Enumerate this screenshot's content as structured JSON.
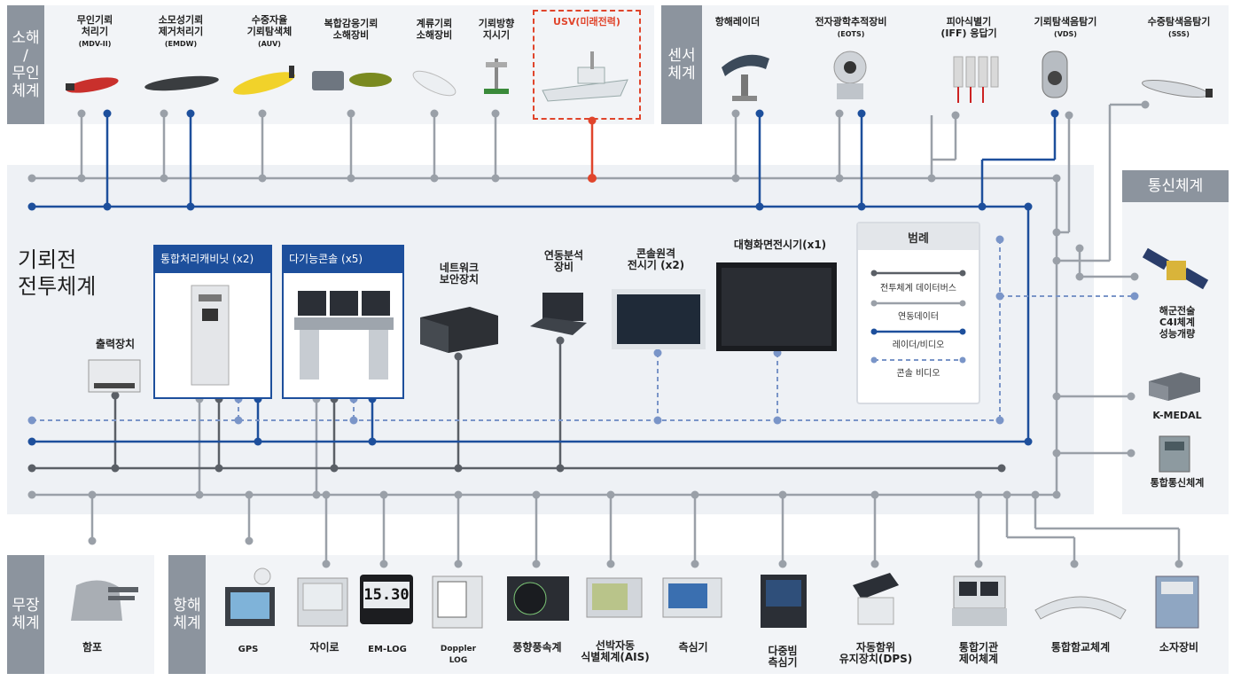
{
  "groups": {
    "mine": "소해\n/\n무인\n체계",
    "sensor": "센서\n체계",
    "comm": "통신체계",
    "weapon": "무장\n체계",
    "nav": "항해\n체계",
    "combat": "기뢰전\n전투체계"
  },
  "mine_items": [
    {
      "label": "무인기뢰\n처리기",
      "sub": "(MDV-II)"
    },
    {
      "label": "소모성기뢰\n제거처리기",
      "sub": "(EMDW)"
    },
    {
      "label": "수중자율\n기뢰탐색체",
      "sub": "(AUV)"
    },
    {
      "label": "복합감응기뢰\n소해장비",
      "sub": ""
    },
    {
      "label": "계류기뢰\n소해장비",
      "sub": ""
    },
    {
      "label": "기뢰방향\n지시기",
      "sub": ""
    },
    {
      "label": "USV(미래전력)",
      "sub": ""
    }
  ],
  "sensor_items": [
    {
      "label": "항해레이더",
      "sub": ""
    },
    {
      "label": "전자광학추적장비",
      "sub": "(EOTS)"
    },
    {
      "label": "피아식별기\n(IFF) 응답기",
      "sub": ""
    },
    {
      "label": "기뢰탐색음탐기",
      "sub": "(VDS)"
    },
    {
      "label": "수중탐색음탐기",
      "sub": "(SSS)"
    }
  ],
  "comm_items": [
    {
      "label": "해군전술\nC4I체계\n성능개량"
    },
    {
      "label": "K-MEDAL"
    },
    {
      "label": "통합통신체계"
    }
  ],
  "combat_items": {
    "cabinet": "통합처리캐비닛 (x2)",
    "console": "다기능콘솔 (x5)",
    "printer": "출력장치",
    "security": "네트워크\n보안장치",
    "analysis": "연동분석\n장비",
    "remote": "콘솔원격\n전시기 (x2)",
    "bigscreen": "대형화면전시기(x1)"
  },
  "legend": {
    "title": "범례",
    "items": [
      "전투체계 데이터버스",
      "연동데이터",
      "레이더/비디오",
      "콘솔 비디오"
    ]
  },
  "weapon_items": [
    {
      "label": "함포"
    }
  ],
  "nav_items": [
    {
      "label": "GPS"
    },
    {
      "label": "자이로"
    },
    {
      "label": "EM-LOG"
    },
    {
      "label": "Doppler\nLOG"
    },
    {
      "label": "풍향풍속계"
    },
    {
      "label": "선박자동\n식별체계(AIS)"
    },
    {
      "label": "측심기"
    },
    {
      "label": "다중빔\n측심기"
    },
    {
      "label": "자동함위\n유지장치(DPS)"
    },
    {
      "label": "통합기관\n제어체계"
    },
    {
      "label": "통합함교체계"
    },
    {
      "label": "소자장비"
    }
  ],
  "screen_text": {
    "emlog": "15.30"
  },
  "colors": {
    "bus_gray": "#9aa0a8",
    "bus_dark": "#5a5f66",
    "radar_blue": "#1d4f9c",
    "console_video": "#7a95c8",
    "usv_red": "#e0452c",
    "tag_gray": "#8c949e"
  }
}
